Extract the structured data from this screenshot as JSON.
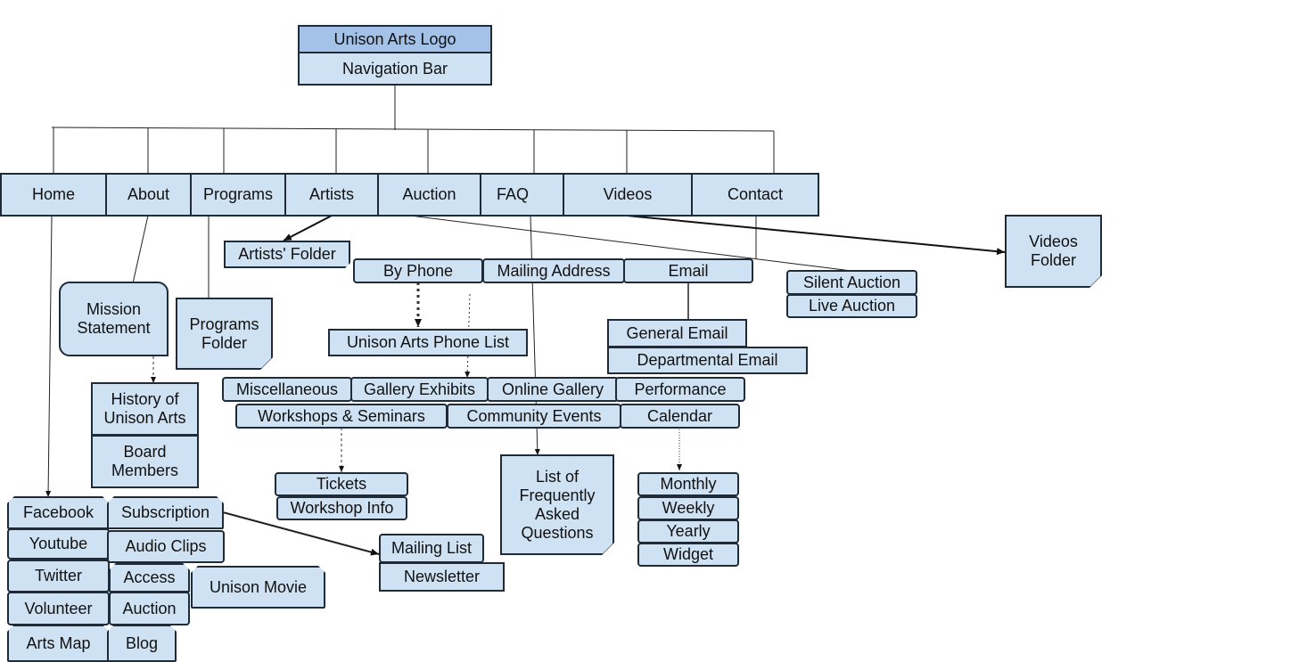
{
  "header": {
    "logo": "Unison Arts Logo",
    "nav_bar": "Navigation Bar"
  },
  "nav": {
    "home": "Home",
    "about": "About",
    "programs": "Programs",
    "artists": "Artists",
    "auction": "Auction",
    "faq": "FAQ",
    "videos": "Videos",
    "contact": "Contact"
  },
  "pages": {
    "artists_folder": "Artists' Folder",
    "by_phone": "By Phone",
    "mailing_address": "Mailing Address",
    "email": "Email",
    "silent_auction": "Silent Auction",
    "live_auction": "Live Auction",
    "videos_folder": "Videos Folder",
    "mission_statement": "Mission Statement",
    "programs_folder": "Programs Folder",
    "phone_list": "Unison Arts Phone List",
    "general_email": "General Email",
    "departmental_email": "Departmental Email",
    "history": "History of Unison Arts",
    "board_members": "Board Members",
    "miscellaneous": "Miscellaneous",
    "gallery_exhibits": "Gallery Exhibits",
    "online_gallery": "Online Gallery",
    "performance": "Performance",
    "workshops_seminars": "Workshops & Seminars",
    "community_events": "Community Events",
    "calendar": "Calendar",
    "tickets": "Tickets",
    "workshop_info": "Workshop Info",
    "faq_list": "List of Frequently Asked Questions",
    "monthly": "Monthly",
    "weekly": "Weekly",
    "yearly": "Yearly",
    "widget": "Widget",
    "facebook": "Facebook",
    "subscription": "Subscription",
    "youtube": "Youtube",
    "audio_clips": "Audio Clips",
    "twitter": "Twitter",
    "access": "Access",
    "unison_movie": "Unison Movie",
    "volunteer": "Volunteer",
    "auction_sub": "Auction",
    "arts_map": "Arts Map",
    "blog": "Blog",
    "mailing_list": "Mailing List",
    "newsletter": "Newsletter"
  }
}
